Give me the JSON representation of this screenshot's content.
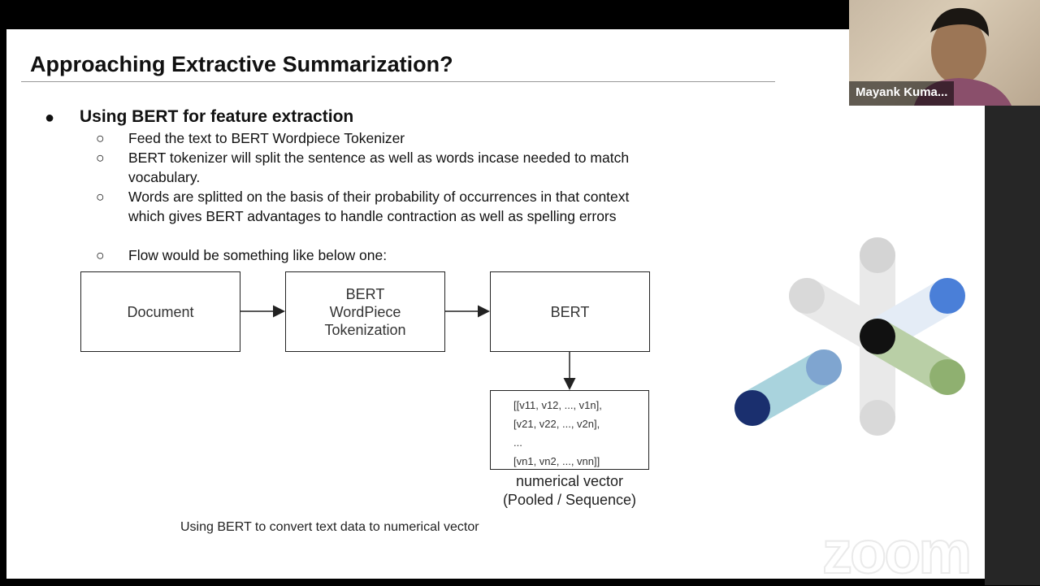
{
  "slide": {
    "title": "Approaching Extractive Summarization?",
    "main_bullet": "Using BERT for feature extraction",
    "sub_bullets": [
      "Feed the text to BERT Wordpiece Tokenizer",
      "BERT tokenizer will split the sentence as well as words incase needed to match vocabulary.",
      "Words are splitted on the basis of their probability of occurrences in that context which gives BERT advantages to handle contraction as well as spelling errors",
      "Flow would be something like below one:"
    ],
    "diagram": {
      "box_document": "Document",
      "box_tokenization": "BERT WordPiece Tokenization",
      "box_bert": "BERT",
      "vector_lines": [
        "[[v11, v12, ..., v1n],",
        "[v21, v22, ..., v2n],",
        "...",
        "[vn1, vn2, ..., vnn]]"
      ],
      "vector_caption_1": "numerical vector",
      "vector_caption_2": "(Pooled / Sequence)",
      "caption": "Using BERT to convert text data to numerical vector"
    }
  },
  "participant": {
    "name": "Mayank Kuma..."
  },
  "watermark": {
    "text": "zoom"
  },
  "colors": {
    "logo_blue_light": "#7fb5d0",
    "logo_blue_dot": "#4a7fd8",
    "logo_navy": "#1a2f6e",
    "logo_green": "#8fb070",
    "logo_grey": "#d4d4d4",
    "logo_black": "#111111"
  }
}
